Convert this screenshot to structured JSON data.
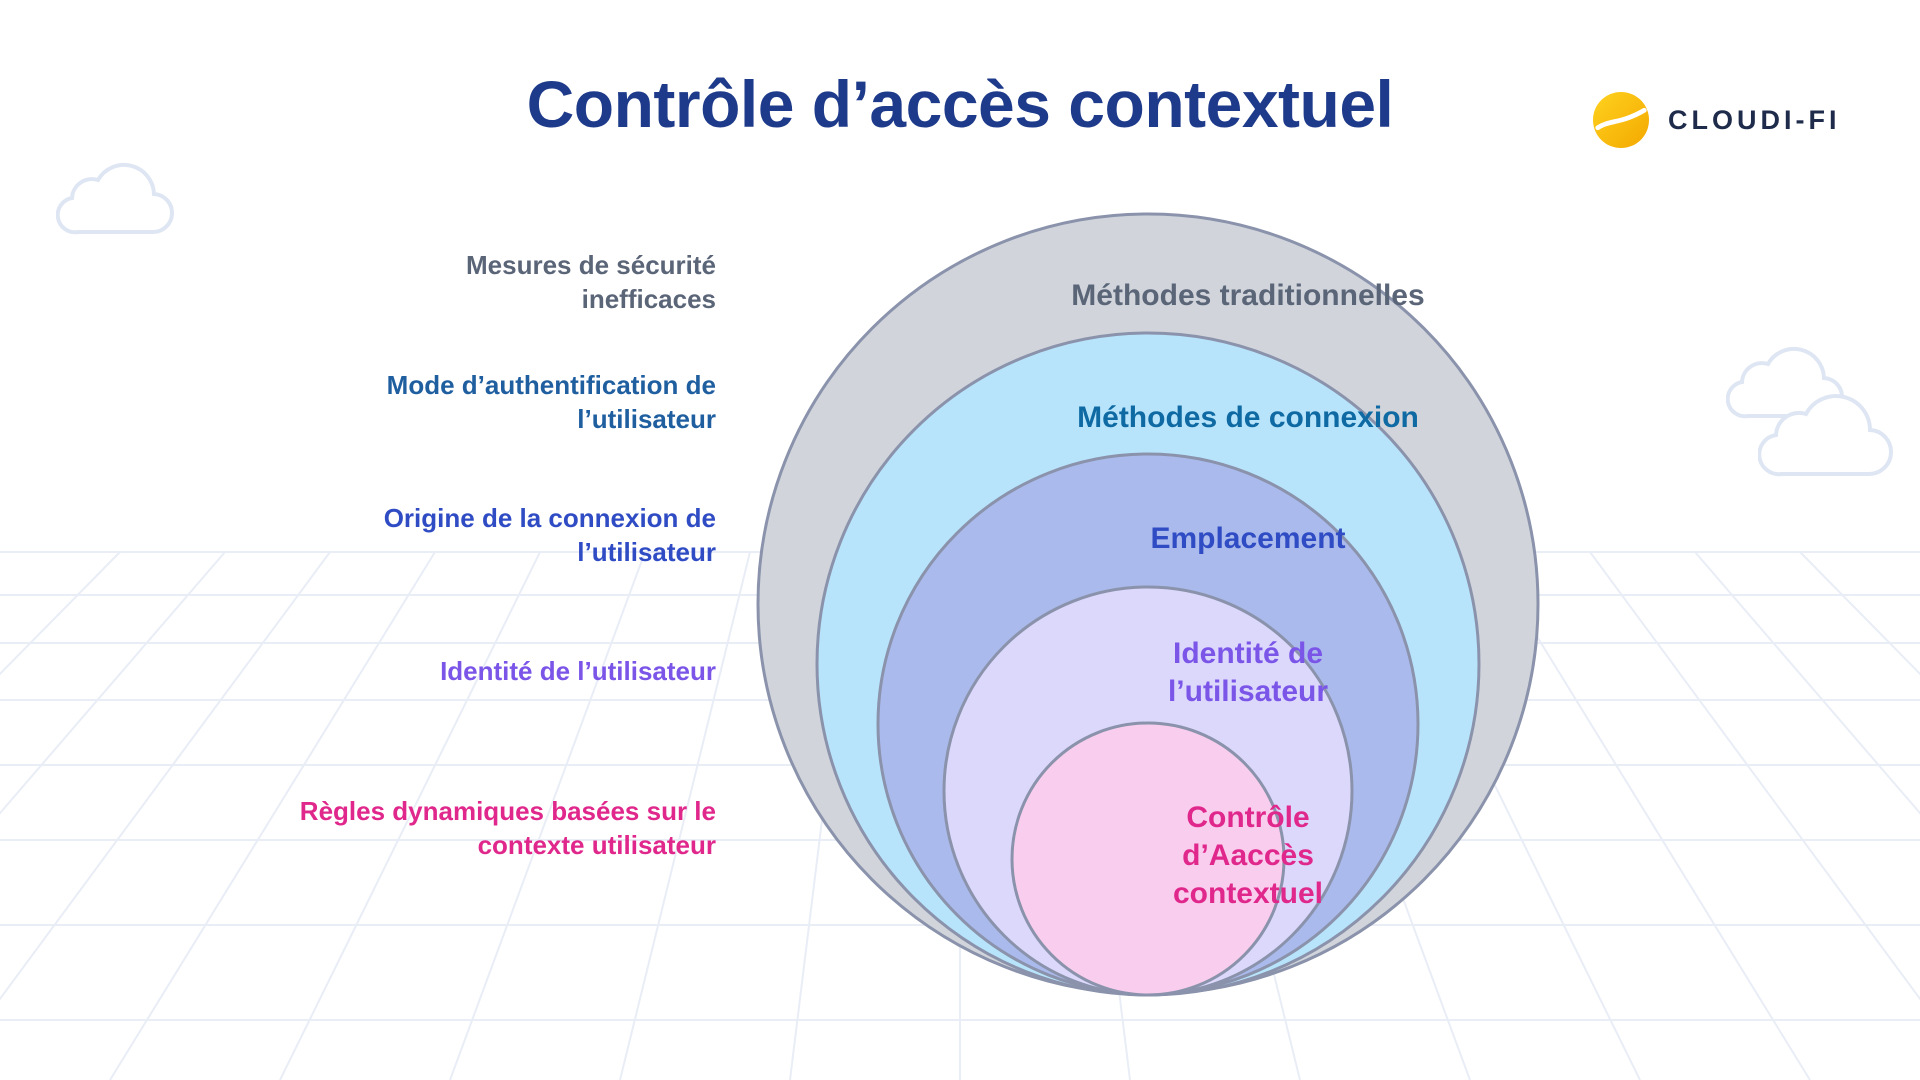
{
  "title": "Contrôle d’accès contextuel",
  "logo": {
    "text": "CLOUDI-FI",
    "icon": "cloudi-fi-logo-icon",
    "color": "#f5b800"
  },
  "side_labels": [
    {
      "text": "Mesures de sécurité\ninefficaces",
      "color": "#5b6578"
    },
    {
      "text": "Mode d’authentification de\nl’utilisateur",
      "color": "#1f5fa0"
    },
    {
      "text": "Origine de la connexion de\nl’utilisateur",
      "color": "#2f4cc4"
    },
    {
      "text": "Identité de l’utilisateur",
      "color": "#7a55e8"
    },
    {
      "text": "Règles dynamiques basées sur le\ncontexte utilisateur",
      "color": "#e0288c"
    }
  ],
  "rings": [
    {
      "text": "Méthodes traditionnelles",
      "fill": "#d1d5db",
      "text_color": "#5b6578"
    },
    {
      "text": "Méthodes de connexion",
      "fill": "#b8e4fb",
      "text_color": "#0f6aa3"
    },
    {
      "text": "Emplacement",
      "fill": "#abbaec",
      "text_color": "#2f4cc4"
    },
    {
      "text": "Identité de\nl’utilisateur",
      "fill": "#dcd8fc",
      "text_color": "#7a55e8"
    },
    {
      "text": "Contrôle\nd’Aaccès\ncontextuel",
      "fill": "#f9cdee",
      "text_color": "#e0288c"
    }
  ],
  "colors": {
    "title": "#1e3a8a",
    "ring_stroke": "#8a93ab",
    "grid": "#e6ebf5",
    "cloud_outline": "#dfe6f3"
  }
}
